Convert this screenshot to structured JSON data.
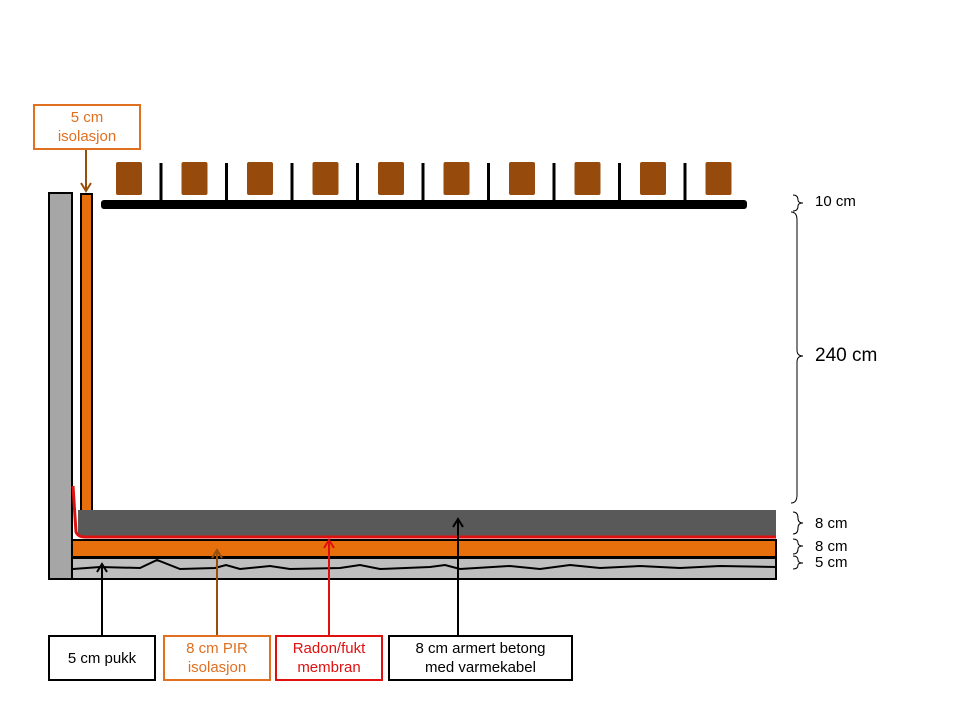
{
  "top_label": {
    "text": "5 cm\nisolasjon",
    "color": "#e07020"
  },
  "bottom_labels": [
    {
      "text": "5 cm pukk",
      "color": "#000000"
    },
    {
      "text": "8 cm PIR\nisolasjon",
      "color": "#e07020"
    },
    {
      "text": "Radon/fukt\nmembran",
      "color": "#e01010"
    },
    {
      "text": "8 cm armert betong\nmed varmekabel",
      "color": "#000000"
    }
  ],
  "dimensions": [
    "10 cm",
    "240 cm",
    "8 cm",
    "8 cm",
    "5 cm"
  ],
  "colors": {
    "insulation": "#e8700c",
    "wood": "#964b0c",
    "concrete": "#595959",
    "wall": "#a6a6a6",
    "membrane": "#e01010",
    "arrow_brown": "#96500c"
  }
}
